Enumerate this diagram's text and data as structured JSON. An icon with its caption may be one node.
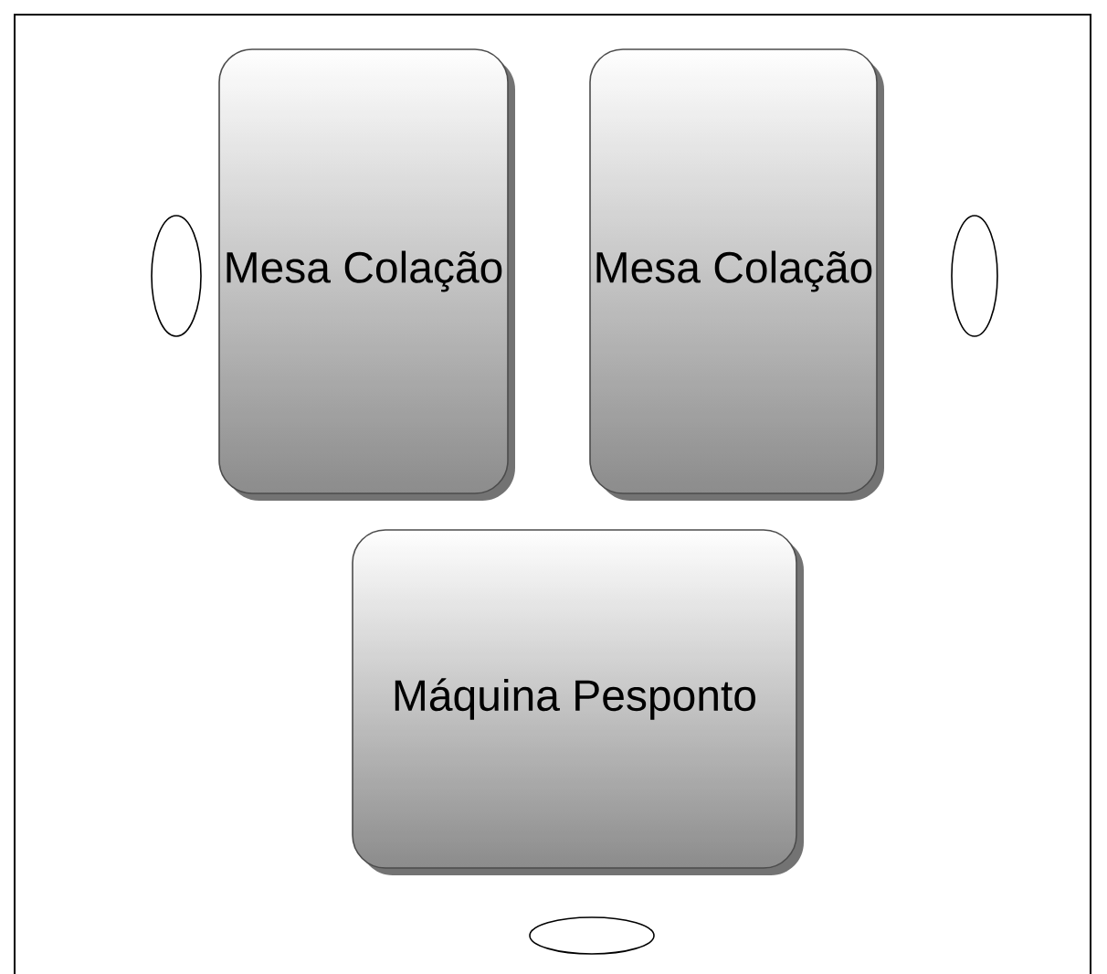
{
  "diagram": {
    "nodes": [
      {
        "text": [],
        "shape": "ellipse"
      },
      {
        "text": [
          "Mesa Colação"
        ]
      },
      {
        "text": [
          "Mesa Colação"
        ]
      },
      {
        "text": [],
        "shape": "ellipse"
      },
      {
        "text": [
          "Máquina Pesponto"
        ]
      },
      {
        "text": [],
        "shape": "ellipse"
      }
    ]
  }
}
